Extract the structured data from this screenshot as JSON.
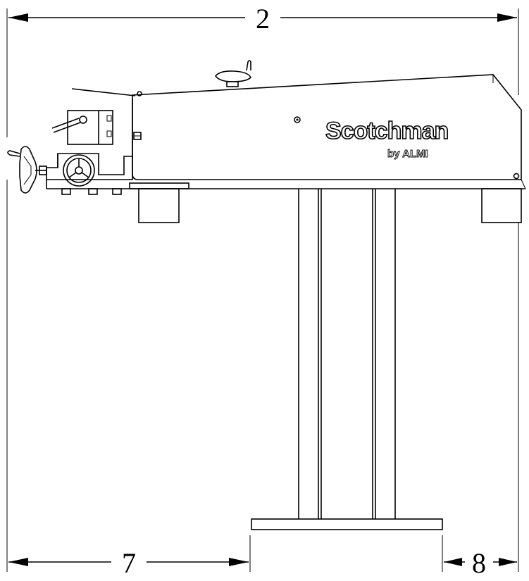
{
  "dimensions": {
    "overall_width_label": "2",
    "left_offset_label": "7",
    "right_offset_label": "8"
  },
  "brand": {
    "name": "Scotchman",
    "subtitle": "by ALMI"
  },
  "colors": {
    "line": "#000000",
    "background": "#ffffff"
  }
}
